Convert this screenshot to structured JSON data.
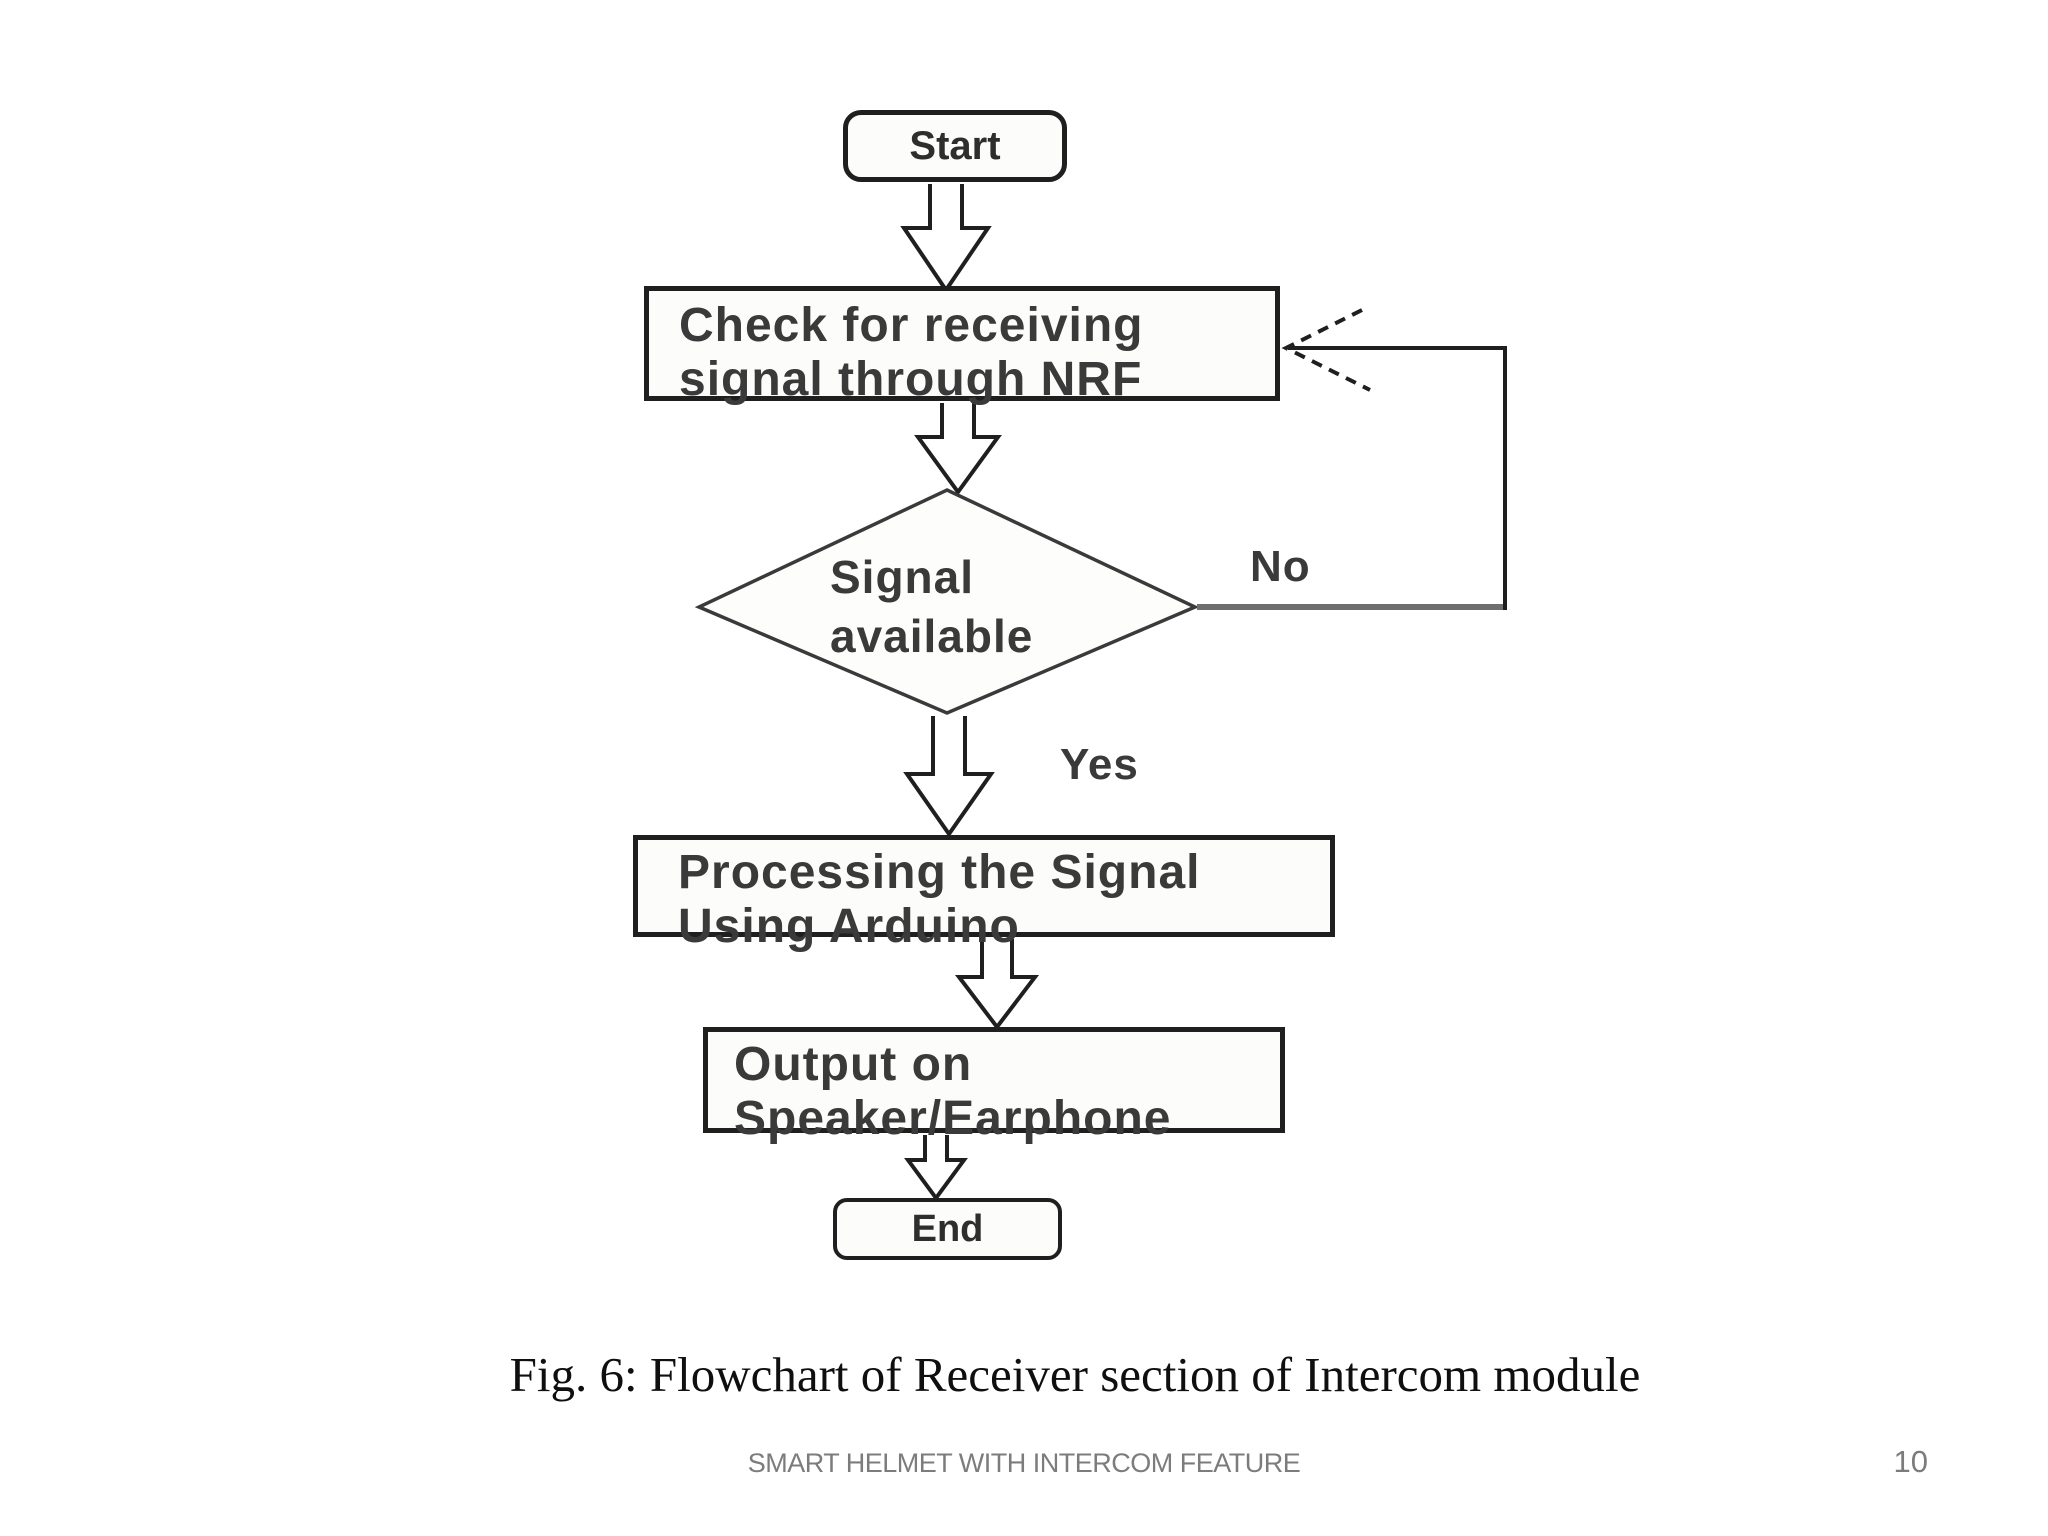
{
  "slide": {
    "caption": "Fig. 6: Flowchart of Receiver section of Intercom module",
    "footer_title": "SMART HELMET WITH INTERCOM FEATURE",
    "page_number": "10"
  },
  "flowchart": {
    "start": {
      "label": "Start"
    },
    "check": {
      "line1": "Check for receiving",
      "line2": "signal through NRF"
    },
    "decision": {
      "line1": "Signal",
      "line2": "available"
    },
    "process": {
      "line1": "Processing the Signal",
      "line2": "Using Arduino"
    },
    "output": {
      "line1": "Output on",
      "line2": "Speaker/Earphone"
    },
    "end": {
      "label": "End"
    },
    "labels": {
      "yes": "Yes",
      "no": "No"
    },
    "colors": {
      "outline": "#1f1f1f",
      "node_text": "#3a3a3a",
      "loop_line": "#6f6f6f",
      "footer_text": "#7c7c7c"
    }
  }
}
